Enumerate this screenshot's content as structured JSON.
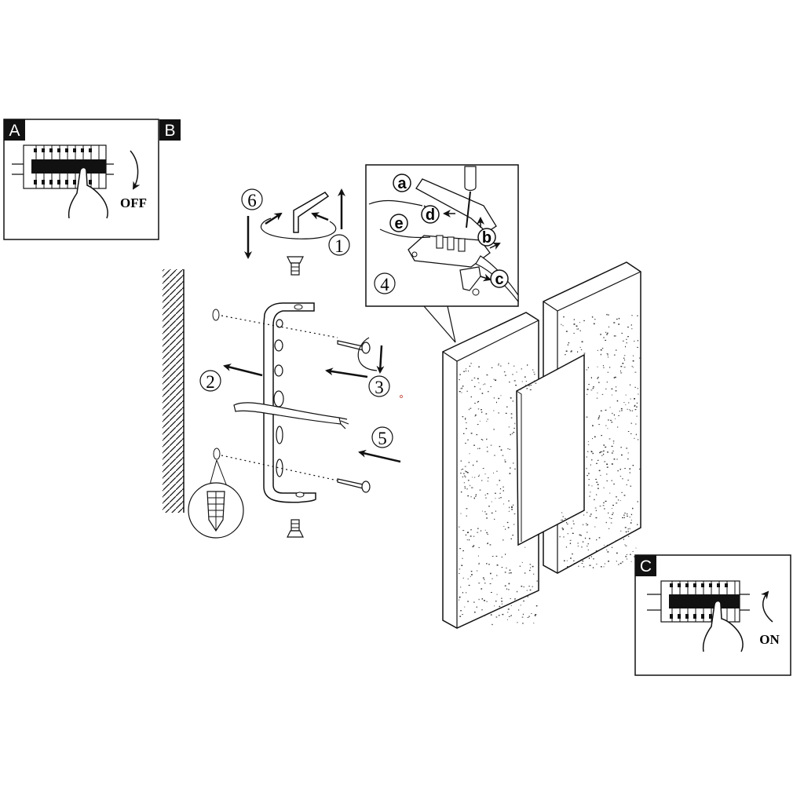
{
  "panels": {
    "a": {
      "letter": "A",
      "action": "OFF"
    },
    "b": {
      "letter": "B"
    },
    "c": {
      "letter": "C",
      "action": "ON"
    }
  },
  "steps": [
    "1",
    "2",
    "3",
    "4",
    "5",
    "6"
  ],
  "wiring_labels": [
    "a",
    "b",
    "c",
    "d",
    "e"
  ],
  "colors": {
    "line": "#111111",
    "paper": "#ffffff",
    "speck": "#333333"
  },
  "icons": [
    "breaker-switch-icon",
    "hand-icon",
    "allen-key-icon",
    "screw-icon",
    "wall-plug-icon",
    "screwdriver-icon",
    "cable-icon",
    "mounting-bracket-icon",
    "wall-lamp-icon"
  ]
}
